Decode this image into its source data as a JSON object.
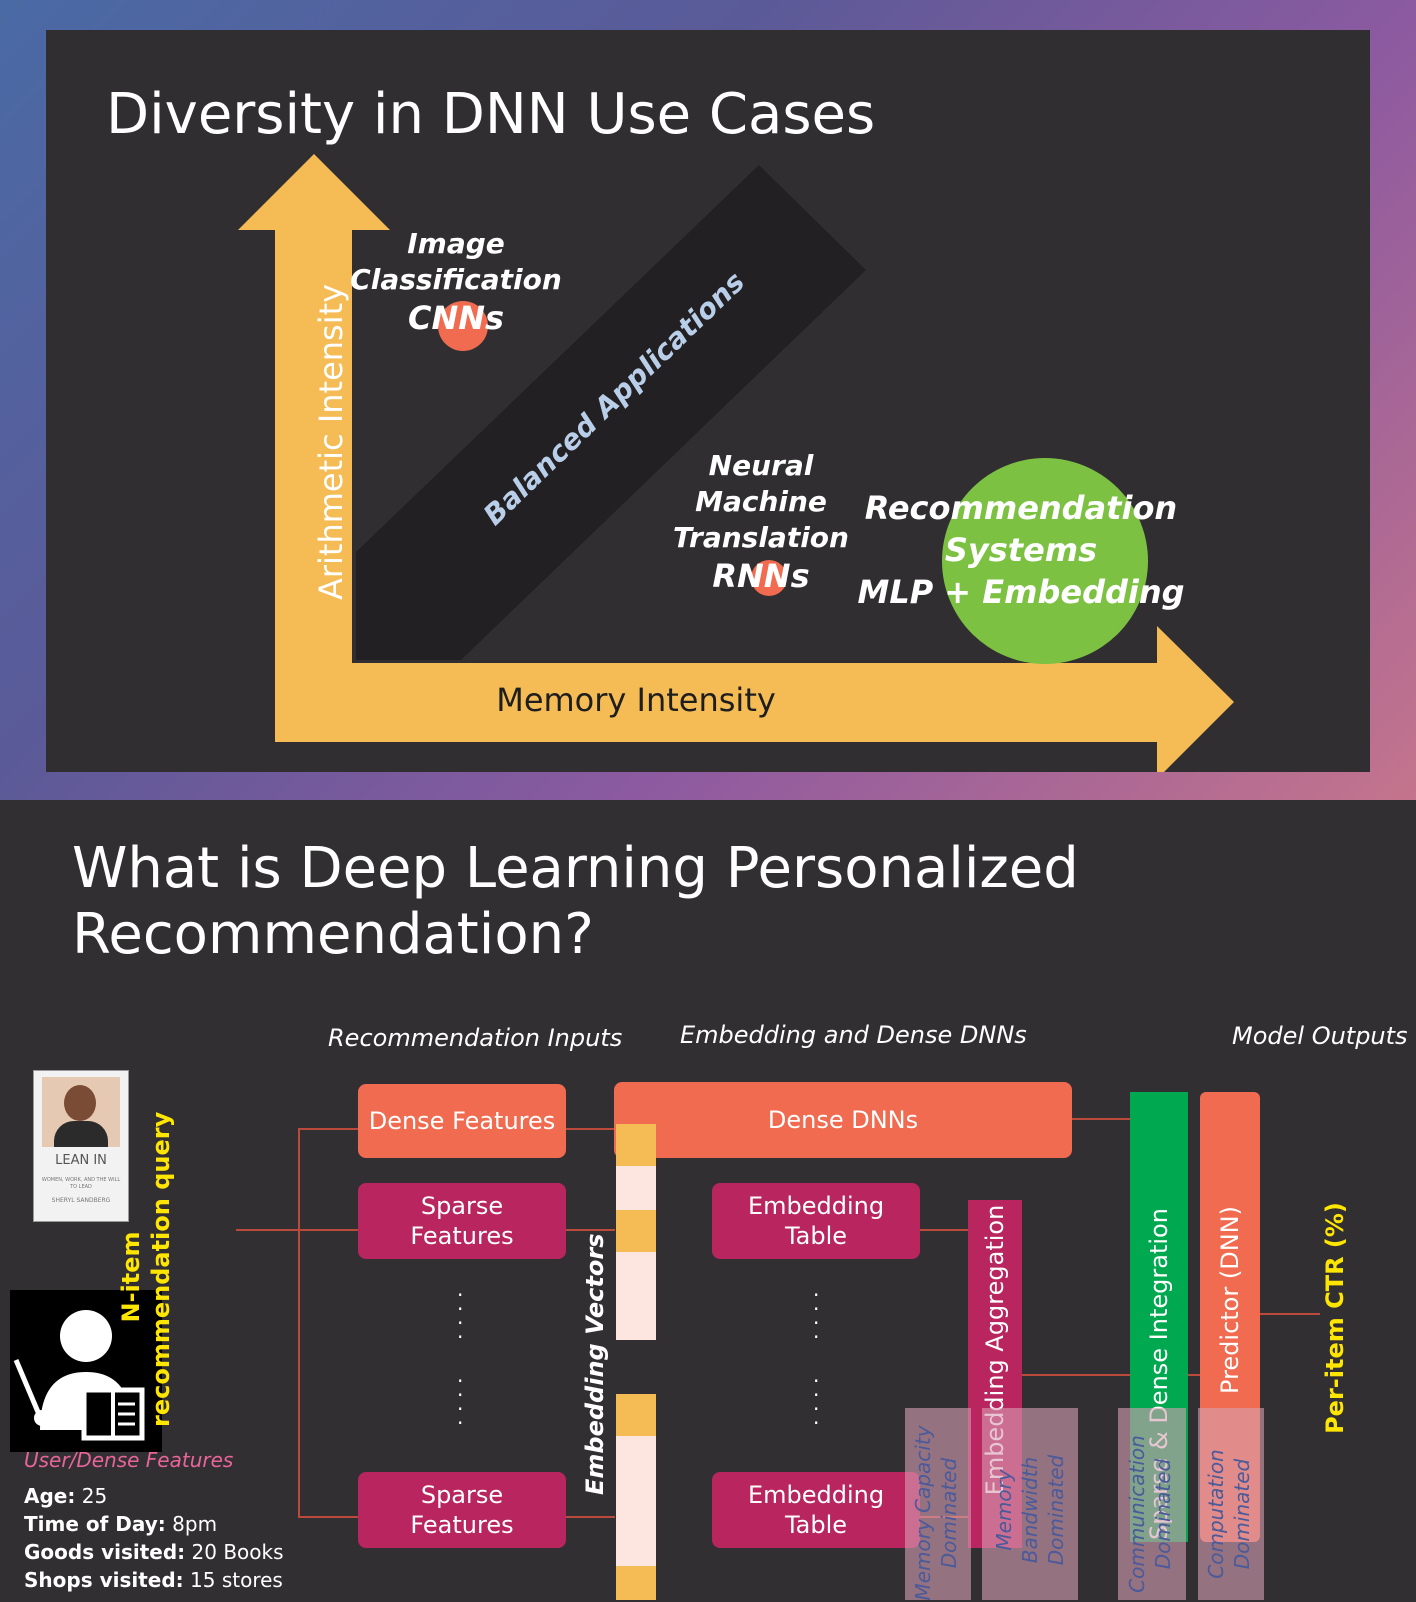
{
  "slide1": {
    "title": "Diversity in DNN Use Cases",
    "y_axis_label": "Arithmetic Intensity",
    "x_axis_label": "Memory Intensity",
    "diagonal_label": "Balanced Applications",
    "image_cls": {
      "line1": "Image",
      "line2": "Classification",
      "line3": "CNNs"
    },
    "nmt": {
      "line1": "Neural",
      "line2": "Machine",
      "line3": "Translation",
      "line4": "RNNs"
    },
    "recsys": {
      "line1": "Recommendation",
      "line2": "Systems",
      "line3": "MLP + Embedding"
    },
    "colors": {
      "arrow": "#f5bb55",
      "red_dot": "#f06b4f",
      "green_circle": "#7dc142"
    }
  },
  "slide2": {
    "title_line1": "What is Deep Learning Personalized",
    "title_line2": "Recommendation?",
    "sections": {
      "inputs": "Recommendation Inputs",
      "embedding": "Embedding and Dense DNNs",
      "outputs": "Model Outputs"
    },
    "book": {
      "title": "LEAN IN",
      "subtitle": "WOMEN, WORK, AND THE WILL TO LEAD",
      "author": "SHERYL SANDBERG"
    },
    "query_label": {
      "line1": "N-item",
      "line2": "recommendation query"
    },
    "user_features": {
      "heading": "User/Dense Features",
      "age_key": "Age:",
      "age_val": "25",
      "time_key": "Time of Day:",
      "time_val": "8pm",
      "goods_key": "Goods visited:",
      "goods_val": "20  Books",
      "shops_key": "Shops visited:",
      "shops_val": "15 stores"
    },
    "boxes": {
      "dense_features": "Dense Features",
      "sparse_features_1": {
        "line1": "Sparse",
        "line2": "Features"
      },
      "sparse_features_2": {
        "line1": "Sparse",
        "line2": "Features"
      },
      "dense_dnns": "Dense DNNs",
      "embedding_table_1": {
        "line1": "Embedding",
        "line2": "Table"
      },
      "embedding_table_2": {
        "line1": "Embedding",
        "line2": "Table"
      },
      "embedding_aggregation": "Embedding Aggregation",
      "sparse_dense_integration": "Sparse & Dense Integration",
      "predictor": "Predictor (DNN)"
    },
    "embedding_vectors_label": "Embedding Vectors",
    "output_label": "Per-item CTR (%)",
    "bottlenecks": {
      "memory_capacity": {
        "line1": "Memory Capacity",
        "line2": "Dominated"
      },
      "memory_bandwidth": {
        "line1": "Memory",
        "line2": "Bandwidth",
        "line3": "Dominated"
      },
      "communication": {
        "line1": "Communication",
        "line2": "Dominated"
      },
      "computation": {
        "line1": "Computation",
        "line2": "Dominated"
      }
    },
    "colors": {
      "orange": "#f06b4f",
      "magenta": "#b8255f",
      "green": "#00a84f",
      "yellow": "#ffe600",
      "pink": "#e8659a"
    }
  }
}
